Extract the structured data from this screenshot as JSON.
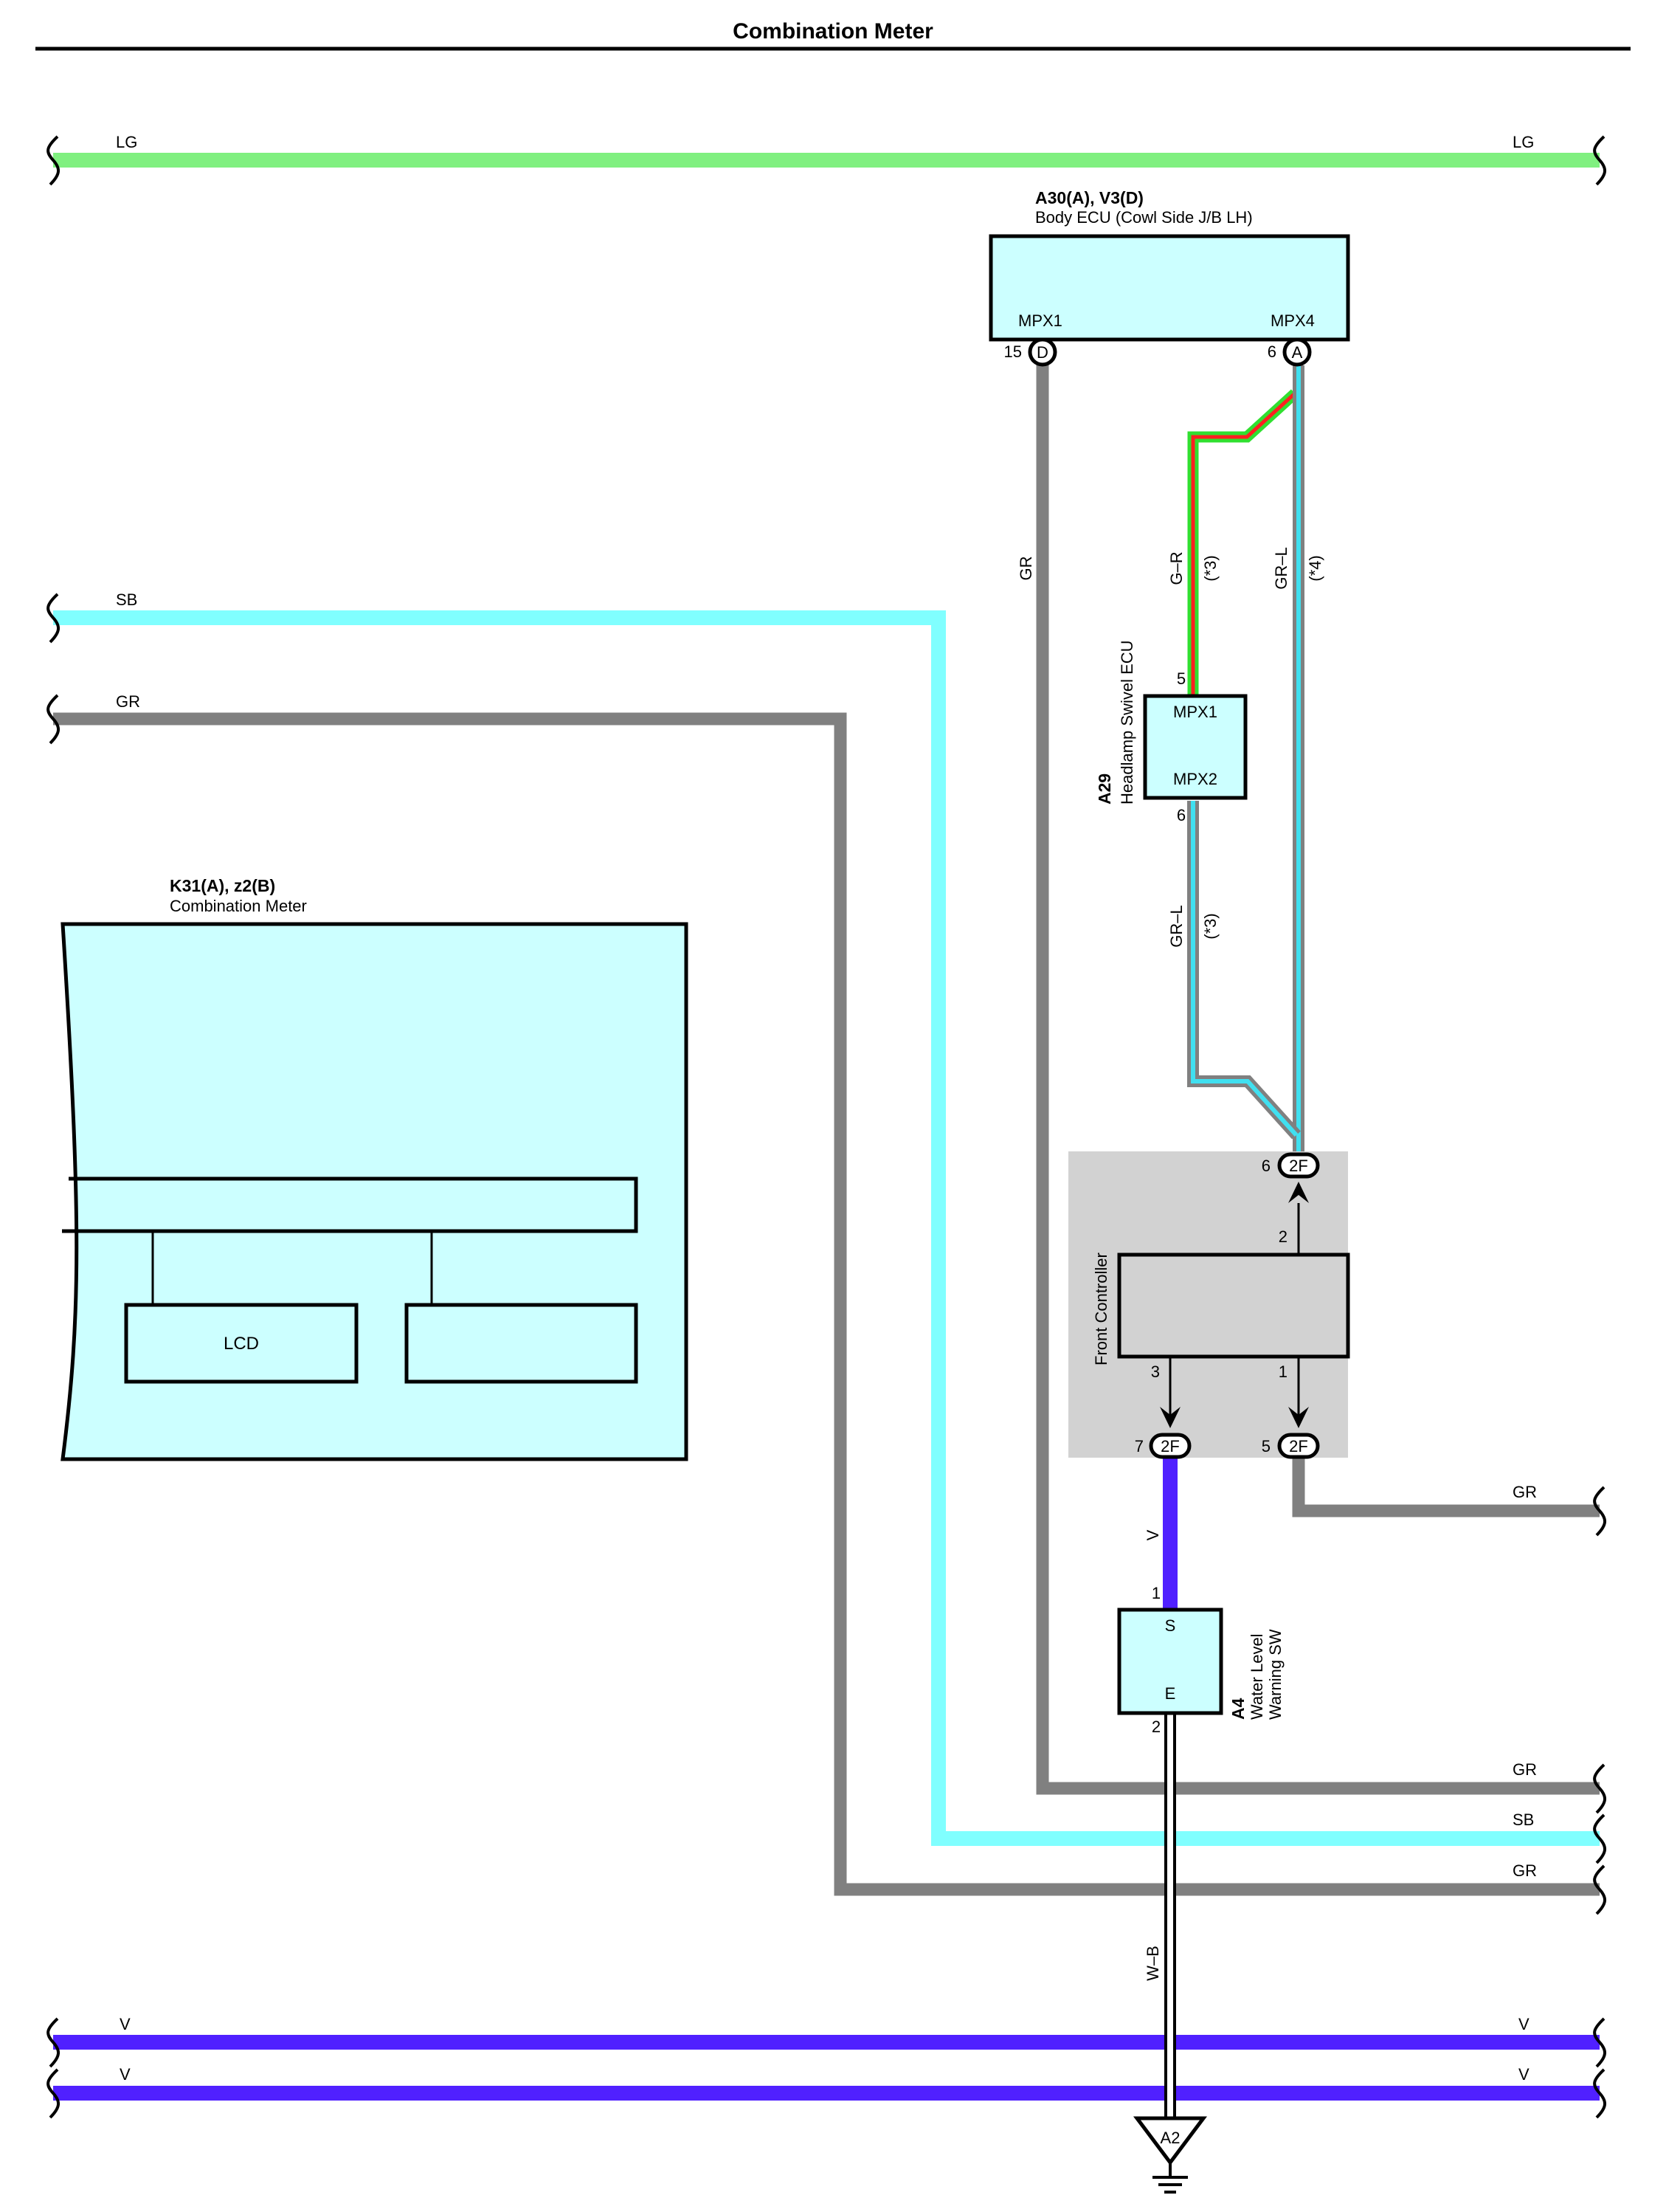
{
  "title": "Combination Meter",
  "colors": {
    "LG": "#80f080",
    "SB": "#80ffff",
    "GR": "#808080",
    "V": "#5020ff",
    "G_R_outer": "#30e030",
    "G_R_inner": "#ff2020",
    "GR_L_outer": "#808080",
    "GR_L_inner": "#40e0f0",
    "W_B_outer": "#000000",
    "W_B_inner": "#ffffff",
    "component_fill": "#ccffff",
    "front_controller_fill": "#d2d2d2"
  },
  "wires": {
    "lg_top_left": "LG",
    "lg_top_right": "LG",
    "sb_left": "SB",
    "gr_left": "GR",
    "gr_ecu_vertical": "GR",
    "g_r": "G–R",
    "g_r_note": "(*3)",
    "gr_l_a": "GR–L",
    "gr_l_a_note": "(*4)",
    "gr_l_b": "GR–L",
    "gr_l_b_note": "(*3)",
    "gr_right_mid": "GR",
    "v_vertical": "V",
    "gr_bottom_1": "GR",
    "sb_bottom": "SB",
    "gr_bottom_2": "GR",
    "w_b": "W–B",
    "v_bus_1_left": "V",
    "v_bus_1_right": "V",
    "v_bus_2_left": "V",
    "v_bus_2_right": "V"
  },
  "body_ecu": {
    "ref": "A30(A), V3(D)",
    "name": "Body ECU (Cowl Side J/B LH)",
    "pin_left_label": "MPX1",
    "pin_right_label": "MPX4",
    "pin_left_num": "15",
    "pin_left_conn": "D",
    "pin_right_num": "6",
    "pin_right_conn": "A"
  },
  "headlamp_ecu": {
    "ref": "A29",
    "name": "Headlamp Swivel ECU",
    "pin_top_label": "MPX1",
    "pin_bottom_label": "MPX2",
    "pin_top_num": "5",
    "pin_bottom_num": "6"
  },
  "combination_meter": {
    "ref": "K31(A), z2(B)",
    "name": "Combination Meter",
    "lcd_label": "LCD"
  },
  "front_controller": {
    "name": "Front Controller",
    "pin_top_inner": "2",
    "pin_bottom_left_inner": "3",
    "pin_bottom_right_inner": "1",
    "conn_top_num": "6",
    "conn_top_label": "2F",
    "conn_bl_num": "7",
    "conn_bl_label": "2F",
    "conn_br_num": "5",
    "conn_br_label": "2F"
  },
  "water_sw": {
    "ref": "A4",
    "name_line1": "Water Level",
    "name_line2": "Warning SW",
    "pin_s_label": "S",
    "pin_e_label": "E",
    "pin_s_num": "1",
    "pin_e_num": "2"
  },
  "ground": {
    "label": "A2"
  }
}
